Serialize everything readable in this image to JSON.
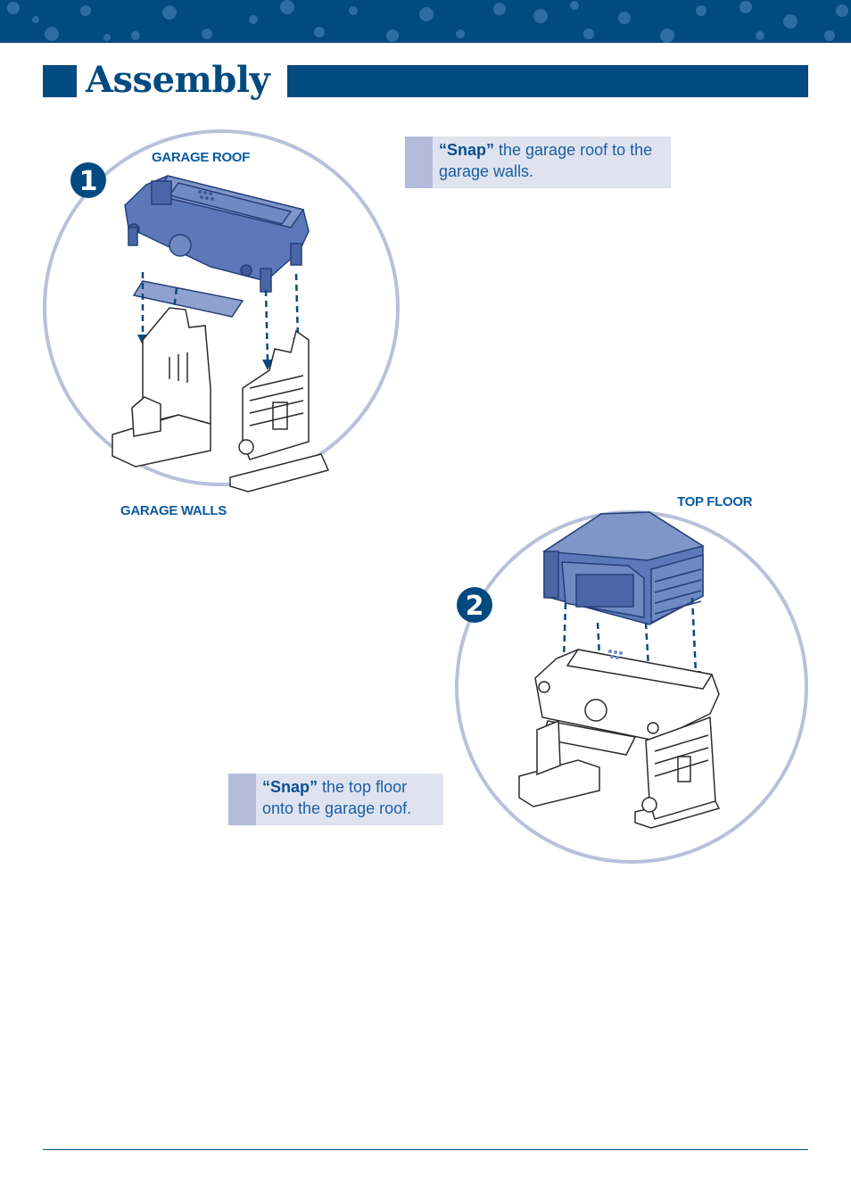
{
  "header": {
    "title": "Assembly"
  },
  "steps": [
    {
      "number": "1",
      "top_label": "GARAGE ROOF",
      "bottom_label": "GARAGE WALLS",
      "callout": {
        "emphasis": "“Snap”",
        "text": " the garage roof to the garage walls."
      }
    },
    {
      "number": "2",
      "top_label": "TOP FLOOR",
      "callout": {
        "emphasis": "“Snap”",
        "text": " the top floor onto the garage roof."
      }
    }
  ],
  "colors": {
    "brand_blue": "#034a80",
    "light_blue": "#5b78b8",
    "circle": "#b8c0da",
    "callout_bg": "#dfe3ef",
    "callout_tab": "#b4bcdc"
  },
  "icons": [
    "step-1-number-icon",
    "step-2-number-icon",
    "garage-roof-illustration",
    "garage-walls-illustration",
    "top-floor-illustration"
  ]
}
